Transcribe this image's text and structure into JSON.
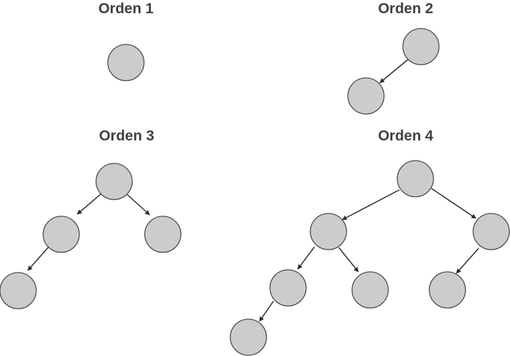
{
  "colors": {
    "node_fill": "#cccccc",
    "node_stroke": "#4a4a4a",
    "edge": "#2b2b2b",
    "title": "#404040",
    "background": "#ffffff"
  },
  "diagrams": [
    {
      "title": "Orden 1",
      "node_count": 1,
      "edge_count": 0
    },
    {
      "title": "Orden 2",
      "node_count": 2,
      "edge_count": 1
    },
    {
      "title": "Orden 3",
      "node_count": 4,
      "edge_count": 3
    },
    {
      "title": "Orden 4",
      "node_count": 7,
      "edge_count": 6
    }
  ]
}
